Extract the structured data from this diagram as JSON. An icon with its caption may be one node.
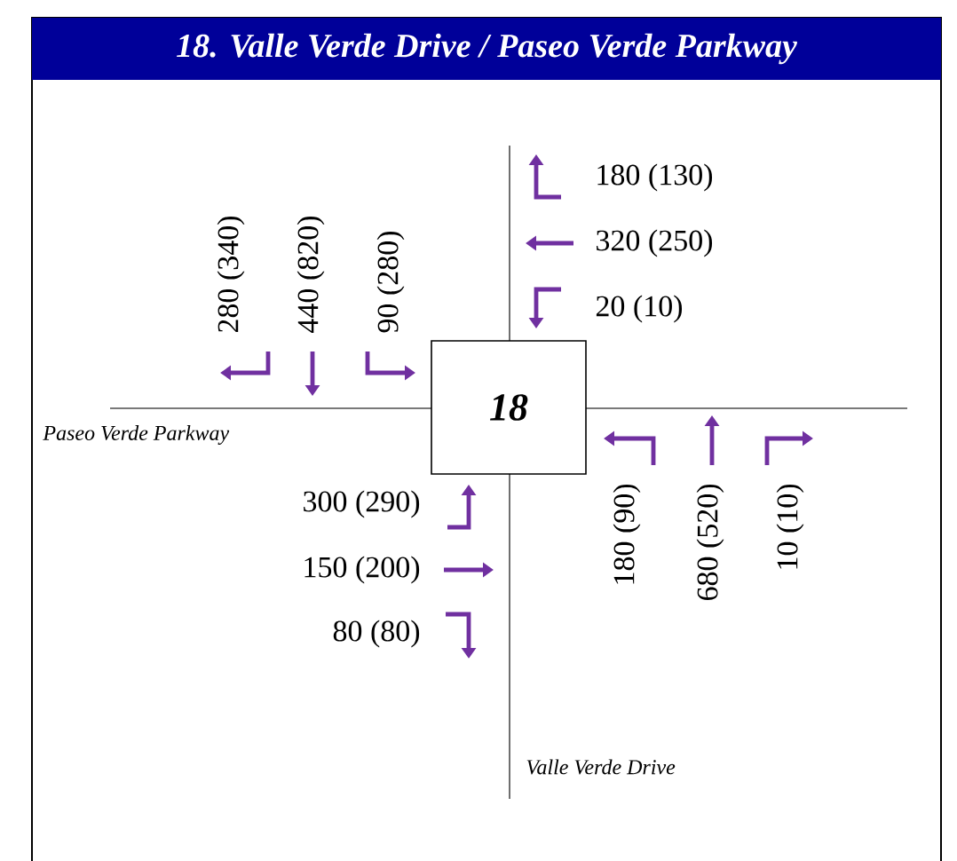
{
  "diagram": {
    "title": "18. Valle Verde Drive / Paseo Verde Parkway",
    "nodes": [
      {
        "text": [
          "18"
        ]
      }
    ],
    "labels": [
      "280 (340)",
      "440 (820)",
      "90 (280)",
      "180 (130)",
      "320 (250)",
      "20 (10)",
      "Paseo Verde Parkway",
      "300 (290)",
      "150 (200)",
      "80 (80)",
      "180 (90)",
      "680 (520)",
      "10 (10)",
      "Valle Verde Drive"
    ]
  }
}
